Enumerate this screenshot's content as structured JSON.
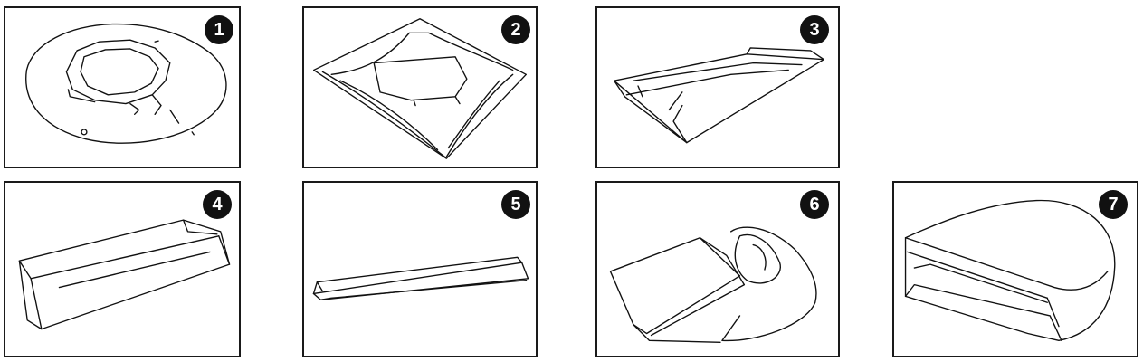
{
  "steps": [
    {
      "number": "1"
    },
    {
      "number": "2"
    },
    {
      "number": "3"
    },
    {
      "number": "4"
    },
    {
      "number": "5"
    },
    {
      "number": "6"
    },
    {
      "number": "7"
    }
  ]
}
